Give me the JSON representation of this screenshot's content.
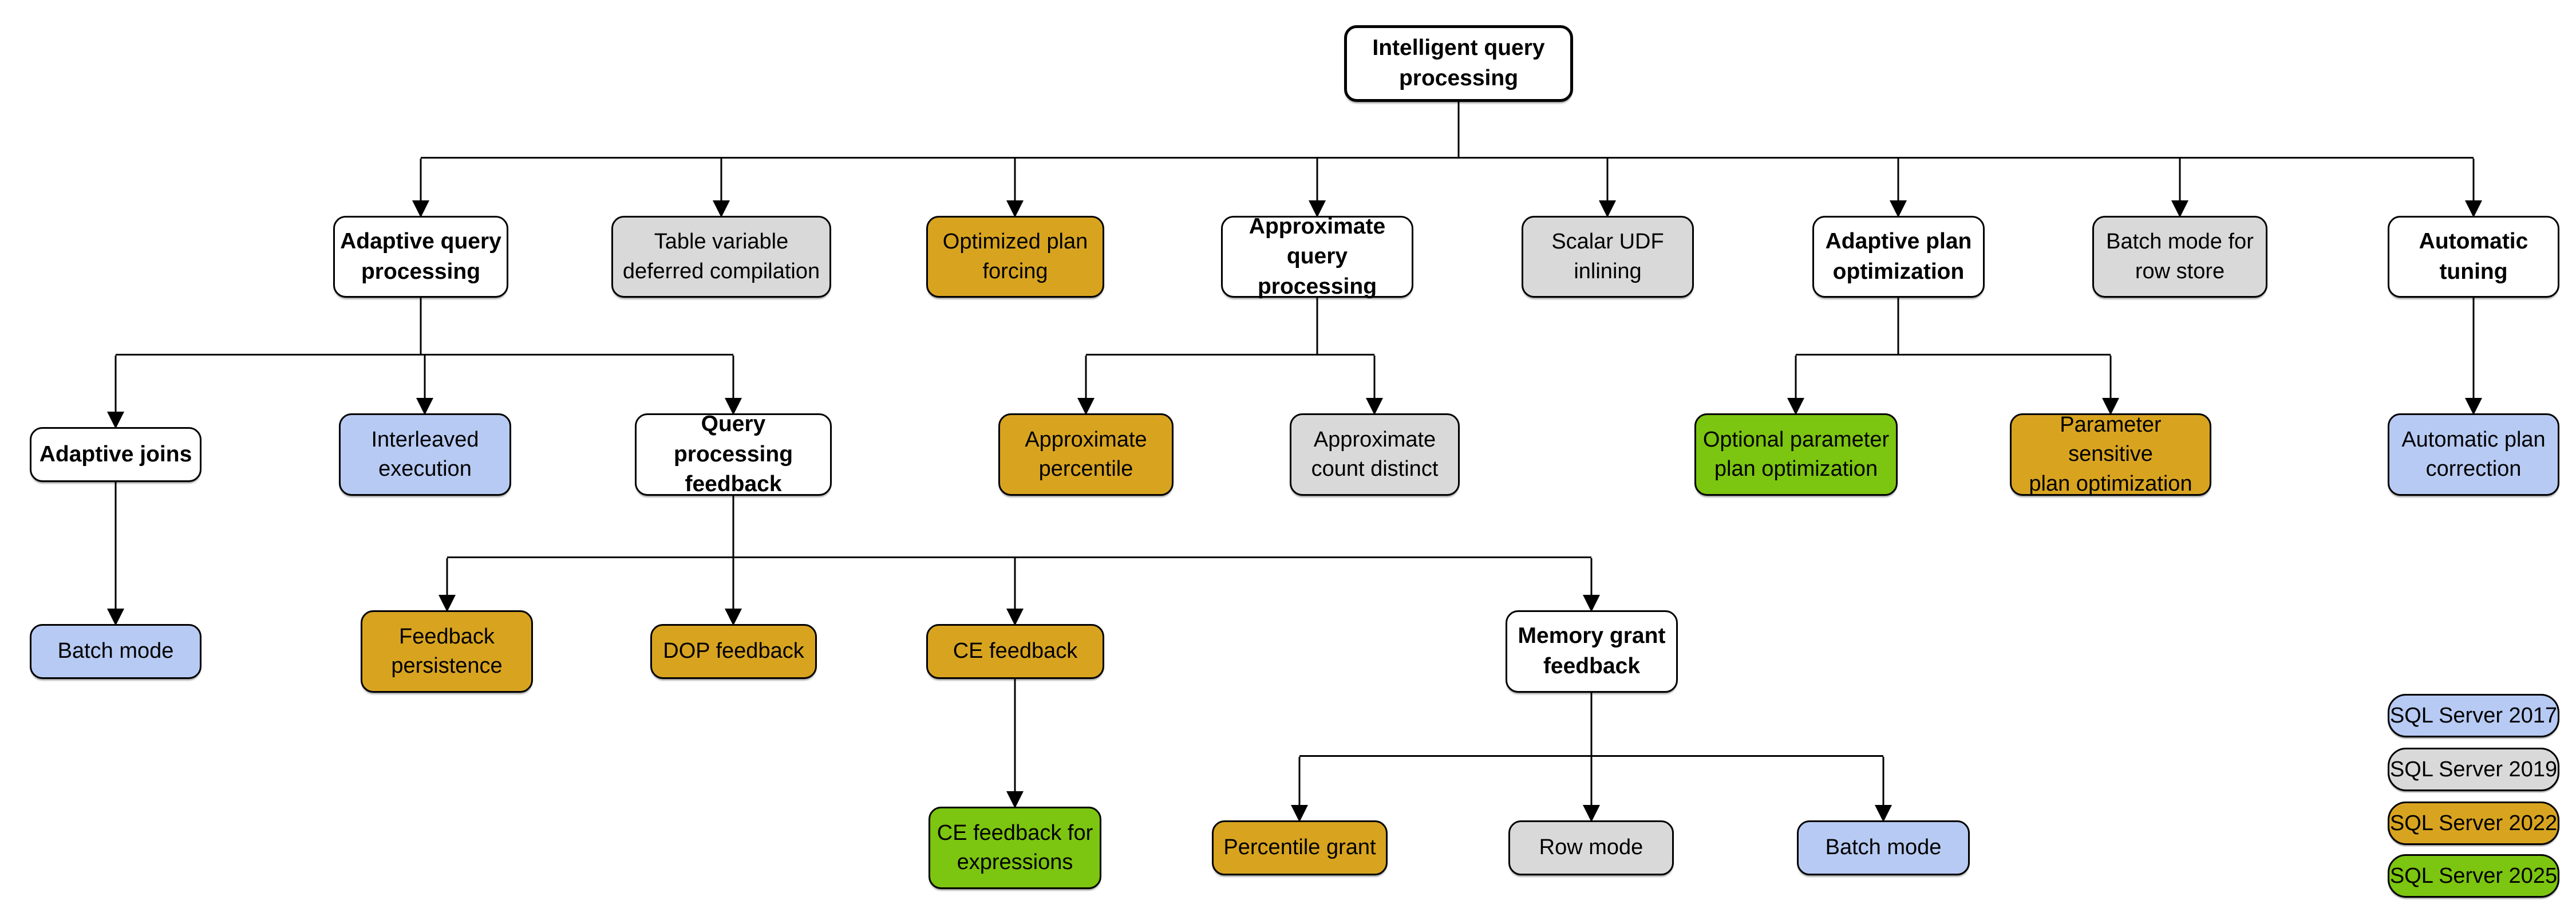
{
  "palette": {
    "2017": "#B7CAF3",
    "2019": "#D9D9D9",
    "2022": "#D8A420",
    "2025": "#7CC510",
    "category": "#FFFFFF",
    "border": "#000000",
    "connector": "#000000"
  },
  "nodes": {
    "root": {
      "label": "Intelligent query\nprocessing",
      "version": "category"
    },
    "adaptive_query_processing": {
      "label": "Adaptive query\nprocessing",
      "version": "category"
    },
    "table_variable_deferred_compilation": {
      "label": "Table variable\ndeferred compilation",
      "version": "2019"
    },
    "optimized_plan_forcing": {
      "label": "Optimized plan\nforcing",
      "version": "2022"
    },
    "approximate_query_processing": {
      "label": "Approximate\nquery processing",
      "version": "category"
    },
    "scalar_udf_inlining": {
      "label": "Scalar UDF\ninlining",
      "version": "2019"
    },
    "adaptive_plan_optimization": {
      "label": "Adaptive plan\noptimization",
      "version": "category"
    },
    "batch_mode_for_row_store": {
      "label": "Batch mode for\nrow store",
      "version": "2019"
    },
    "automatic_tuning": {
      "label": "Automatic\ntuning",
      "version": "category"
    },
    "adaptive_joins": {
      "label": "Adaptive joins",
      "version": "category"
    },
    "interleaved_execution": {
      "label": "Interleaved\nexecution",
      "version": "2017"
    },
    "query_processing_feedback": {
      "label": "Query processing\nfeedback",
      "version": "category"
    },
    "approximate_percentile": {
      "label": "Approximate\npercentile",
      "version": "2022"
    },
    "approximate_count_distinct": {
      "label": "Approximate\ncount distinct",
      "version": "2019"
    },
    "optional_parameter_plan_optimization": {
      "label": "Optional parameter\nplan optimization",
      "version": "2025"
    },
    "parameter_sensitive_plan_optimization": {
      "label": "Parameter sensitive\nplan optimization",
      "version": "2022"
    },
    "automatic_plan_correction": {
      "label": "Automatic plan\ncorrection",
      "version": "2017"
    },
    "batch_mode_adaptive_joins": {
      "label": "Batch mode",
      "version": "2017"
    },
    "feedback_persistence": {
      "label": "Feedback\npersistence",
      "version": "2022"
    },
    "dop_feedback": {
      "label": "DOP feedback",
      "version": "2022"
    },
    "ce_feedback": {
      "label": "CE feedback",
      "version": "2022"
    },
    "memory_grant_feedback": {
      "label": "Memory grant\nfeedback",
      "version": "category"
    },
    "ce_feedback_for_expressions": {
      "label": "CE feedback for\nexpressions",
      "version": "2025"
    },
    "percentile_grant": {
      "label": "Percentile grant",
      "version": "2022"
    },
    "row_mode": {
      "label": "Row mode",
      "version": "2019"
    },
    "batch_mode_memory_grant": {
      "label": "Batch mode",
      "version": "2017"
    }
  },
  "edges": [
    [
      "root",
      "adaptive_query_processing"
    ],
    [
      "root",
      "table_variable_deferred_compilation"
    ],
    [
      "root",
      "optimized_plan_forcing"
    ],
    [
      "root",
      "approximate_query_processing"
    ],
    [
      "root",
      "scalar_udf_inlining"
    ],
    [
      "root",
      "adaptive_plan_optimization"
    ],
    [
      "root",
      "batch_mode_for_row_store"
    ],
    [
      "root",
      "automatic_tuning"
    ],
    [
      "adaptive_query_processing",
      "adaptive_joins"
    ],
    [
      "adaptive_query_processing",
      "interleaved_execution"
    ],
    [
      "adaptive_query_processing",
      "query_processing_feedback"
    ],
    [
      "approximate_query_processing",
      "approximate_percentile"
    ],
    [
      "approximate_query_processing",
      "approximate_count_distinct"
    ],
    [
      "adaptive_plan_optimization",
      "optional_parameter_plan_optimization"
    ],
    [
      "adaptive_plan_optimization",
      "parameter_sensitive_plan_optimization"
    ],
    [
      "automatic_tuning",
      "automatic_plan_correction"
    ],
    [
      "adaptive_joins",
      "batch_mode_adaptive_joins"
    ],
    [
      "query_processing_feedback",
      "feedback_persistence"
    ],
    [
      "query_processing_feedback",
      "dop_feedback"
    ],
    [
      "query_processing_feedback",
      "ce_feedback"
    ],
    [
      "query_processing_feedback",
      "memory_grant_feedback"
    ],
    [
      "ce_feedback",
      "ce_feedback_for_expressions"
    ],
    [
      "memory_grant_feedback",
      "percentile_grant"
    ],
    [
      "memory_grant_feedback",
      "row_mode"
    ],
    [
      "memory_grant_feedback",
      "batch_mode_memory_grant"
    ]
  ],
  "legend": {
    "items": [
      {
        "label": "SQL Server 2017",
        "version": "2017"
      },
      {
        "label": "SQL Server 2019",
        "version": "2019"
      },
      {
        "label": "SQL Server 2022",
        "version": "2022"
      },
      {
        "label": "SQL Server 2025",
        "version": "2025"
      }
    ]
  }
}
